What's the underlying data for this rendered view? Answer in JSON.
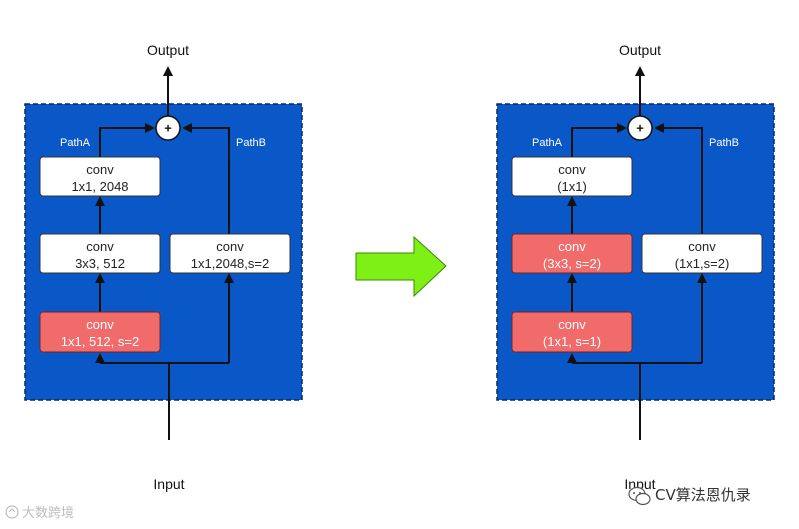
{
  "colors": {
    "block_fill": "#0a58c8",
    "block_border": "#0a2a5a",
    "node_fill": "#ffffff",
    "node_highlight": "#f26b6b",
    "arrow": "#111111",
    "big_arrow": "#7ef016"
  },
  "left": {
    "output": "Output",
    "input": "Input",
    "path_a": "PathA",
    "path_b": "PathB",
    "plus": "+",
    "nodes": [
      {
        "line1": "conv",
        "line2": "1x1, 2048"
      },
      {
        "line1": "conv",
        "line2": "3x3, 512"
      },
      {
        "line1": "conv",
        "line2": "1x1, 512, s=2"
      },
      {
        "line1": "conv",
        "line2": "1x1,2048,s=2"
      }
    ]
  },
  "right": {
    "output": "Output",
    "input": "Input",
    "path_a": "PathA",
    "path_b": "PathB",
    "plus": "+",
    "nodes": [
      {
        "line1": "conv",
        "line2": "(1x1)"
      },
      {
        "line1": "conv",
        "line2": "(3x3, s=2)"
      },
      {
        "line1": "conv",
        "line2": "(1x1, s=1)"
      },
      {
        "line1": "conv",
        "line2": "(1x1,s=2)"
      }
    ]
  },
  "watermarks": {
    "bottom_left": "大数跨境",
    "bottom_right": "CV算法恩仇录"
  }
}
